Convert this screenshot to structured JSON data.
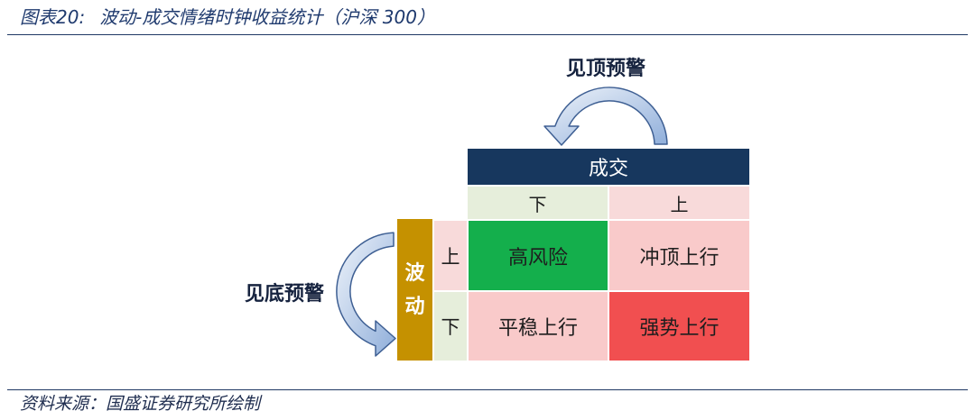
{
  "title": {
    "label": "图表20:",
    "text": "波动-成交情绪时钟收益统计（沪深 300）"
  },
  "source": "资料来源：国盛证券研究所绘制",
  "annotations": {
    "top": "见顶预警",
    "left": "见底预警"
  },
  "matrix": {
    "col_axis": {
      "title": "成交",
      "labels": [
        "下",
        "上"
      ]
    },
    "row_axis": {
      "title": "波动",
      "labels": [
        "上",
        "下"
      ]
    },
    "cells": [
      [
        "高风险",
        "冲顶上行"
      ],
      [
        "平稳上行",
        "强势上行"
      ]
    ]
  },
  "colors": {
    "title": "#1F3A6E",
    "rule": "#1F3864",
    "col_header_bg": "#17375E",
    "row_header_bg": "#C59100",
    "label_low_bg": "#E6EEDB",
    "label_high_bg": "#F8DADA",
    "cell_high_risk": "#14AF4C",
    "cell_light": "#F9CACA",
    "cell_strong": "#F14F50",
    "arrow_light": "#EEF3FA",
    "arrow_mid": "#8FAEDA",
    "arrow_outline": "#3E5F93"
  }
}
